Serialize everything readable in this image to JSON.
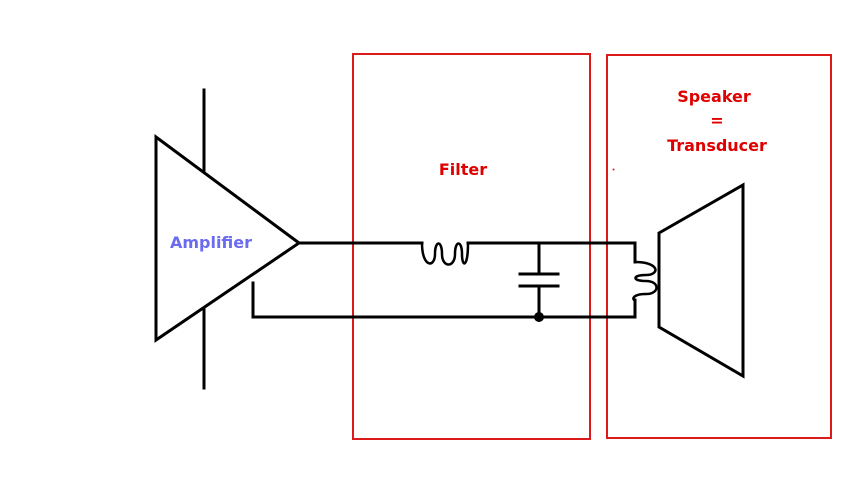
{
  "labels": {
    "amplifier": "Amplifier",
    "filter": "Filter",
    "speaker_line1": "Speaker",
    "speaker_line2": "=",
    "speaker_line3": "Transducer"
  },
  "colors": {
    "amplifier_text": "#6b6bf0",
    "block_label": "#e00000",
    "block_border": "#dd1a1a",
    "wire": "#000000"
  }
}
